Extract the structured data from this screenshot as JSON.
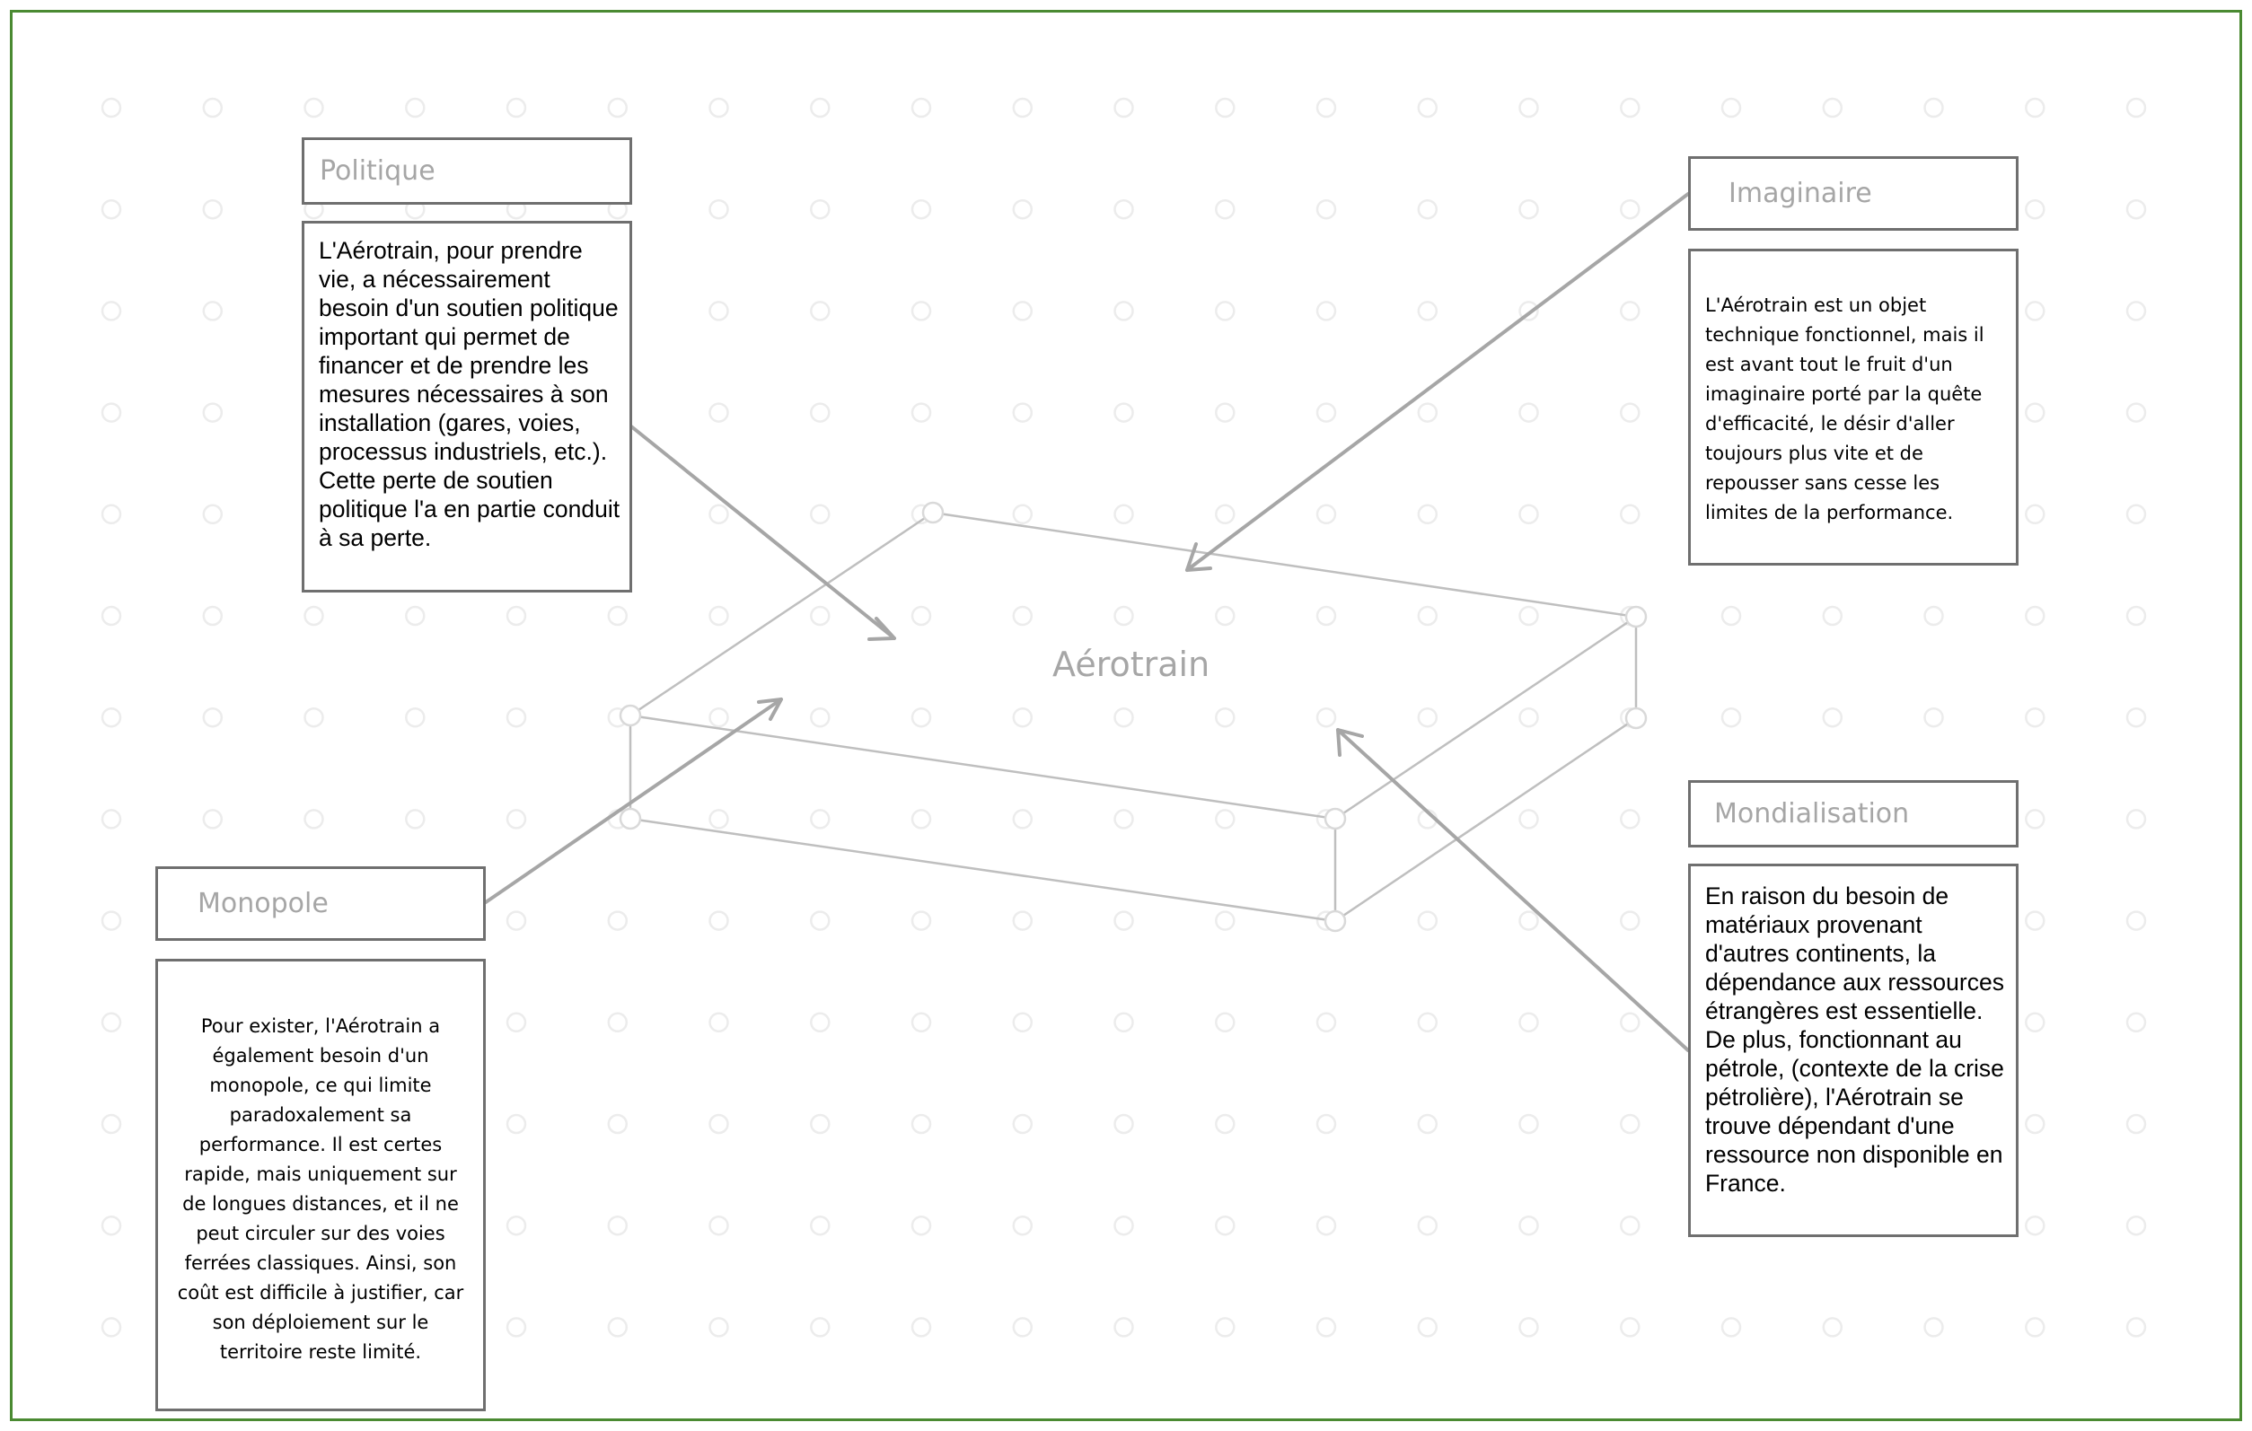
{
  "center_label": "Aérotrain",
  "nodes": {
    "politique": {
      "title": "Politique",
      "text": "L'Aérotrain, pour prendre vie, a nécessairement besoin d'un soutien politique important qui permet de financer et de prendre les mesures nécessaires à son installation (gares, voies, processus industriels, etc.). Cette perte de soutien politique l'a en partie conduit à sa perte."
    },
    "imaginaire": {
      "title": "Imaginaire",
      "text": "L'Aérotrain est un objet technique fonctionnel, mais il est avant tout le fruit d'un imaginaire porté par la quête d'efficacité, le désir d'aller toujours plus vite et de repousser sans cesse les limites de la performance."
    },
    "monopole": {
      "title": "Monopole",
      "text": "Pour exister, l'Aérotrain a également besoin d'un monopole, ce qui limite paradoxalement sa performance. Il est certes rapide, mais uniquement sur de longues distances, et il ne peut circuler sur des voies ferrées classiques. Ainsi, son coût est difficile à justifier, car son déploiement sur le territoire reste limité."
    },
    "mondialisation": {
      "title": "Mondialisation",
      "text": "En raison du besoin de matériaux provenant d'autres continents, la dépendance aux ressources étrangères est essentielle. De plus, fonctionnant au pétrole, (contexte de la crise pétrolière), l'Aérotrain se trouve dépendant d'une ressource non disponible en France."
    }
  },
  "colors": {
    "frame": "#4a8a32",
    "box_border": "#6f6f6f",
    "arrow": "#a6a6a6",
    "dot": "#ececec",
    "title_text": "#a6a6a6"
  }
}
